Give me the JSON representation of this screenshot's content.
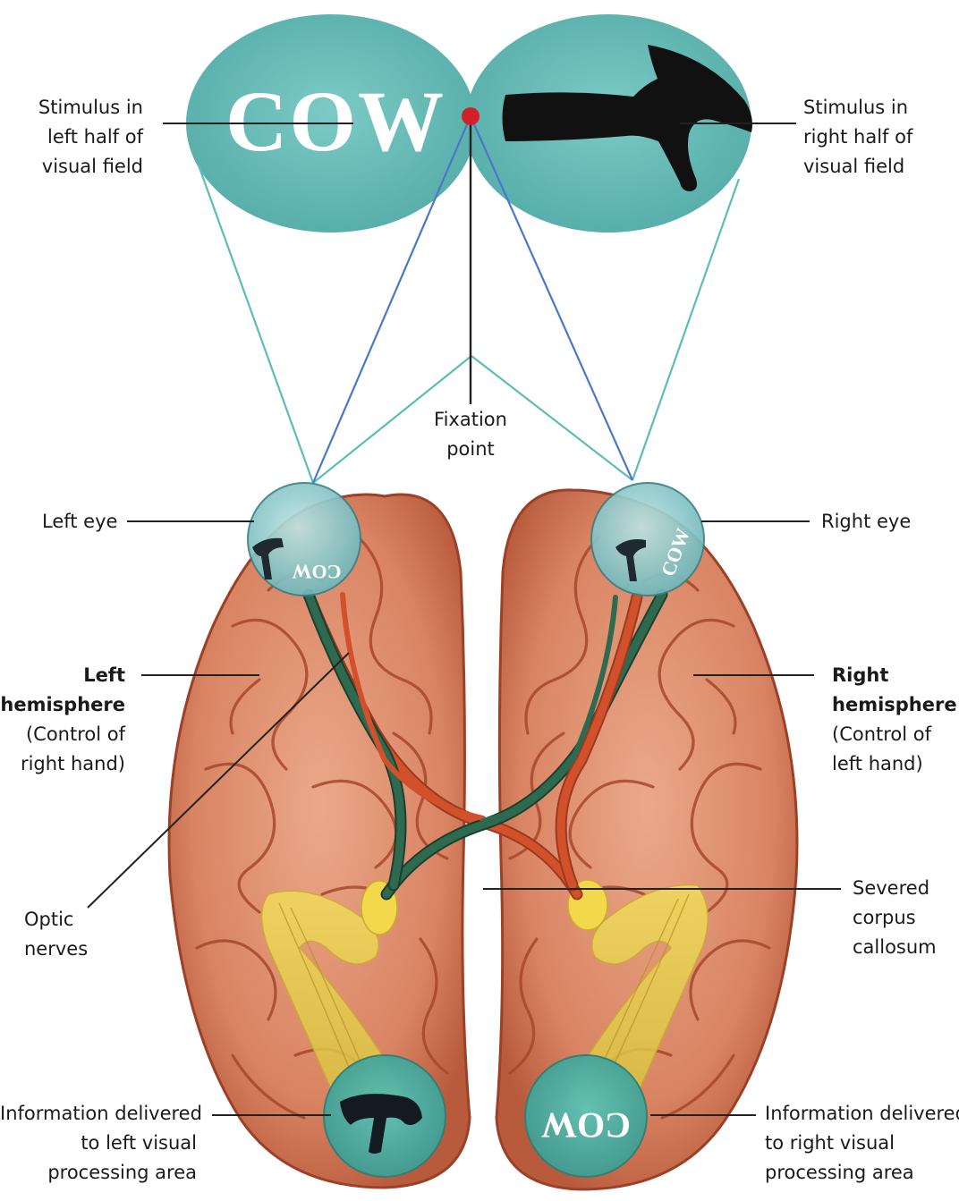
{
  "colors": {
    "visual_field": "#63b8b4",
    "visual_field_light": "#79c6c2",
    "fixation_point": "#d0202a",
    "cyan_line": "#5bbdb8",
    "blue_line": "#4a78c8",
    "brain_base": "#d77b5c",
    "brain_gyri": "#e9a785",
    "brain_sulci": "#9a4128",
    "nerve_green": "#2e6a50",
    "nerve_orange": "#d2512a",
    "optic_radiation": "#e4cc46",
    "processing_area": "#4fb3a8"
  },
  "stimulus": {
    "word": "COW",
    "mirrored_word": "COW",
    "icon": "hammer-icon"
  },
  "labels": {
    "stimulus_left": [
      "Stimulus in",
      "left half of",
      "visual field"
    ],
    "stimulus_right": [
      "Stimulus in",
      "right half of",
      "visual field"
    ],
    "fixation": [
      "Fixation",
      "point"
    ],
    "left_eye": "Left eye",
    "right_eye": "Right eye",
    "left_hemisphere_title": [
      "Left",
      "hemisphere"
    ],
    "left_hemisphere_note": [
      "(Control of",
      "right hand)"
    ],
    "right_hemisphere_title": [
      "Right",
      "hemisphere"
    ],
    "right_hemisphere_note": [
      "(Control of",
      "left hand)"
    ],
    "optic_nerves": [
      "Optic",
      "nerves"
    ],
    "corpus_callosum": [
      "Severed",
      "corpus",
      "callosum"
    ],
    "left_processing": [
      "Information delivered",
      "to left visual",
      "processing area"
    ],
    "right_processing": [
      "Information delivered",
      "to right visual",
      "processing area"
    ]
  }
}
